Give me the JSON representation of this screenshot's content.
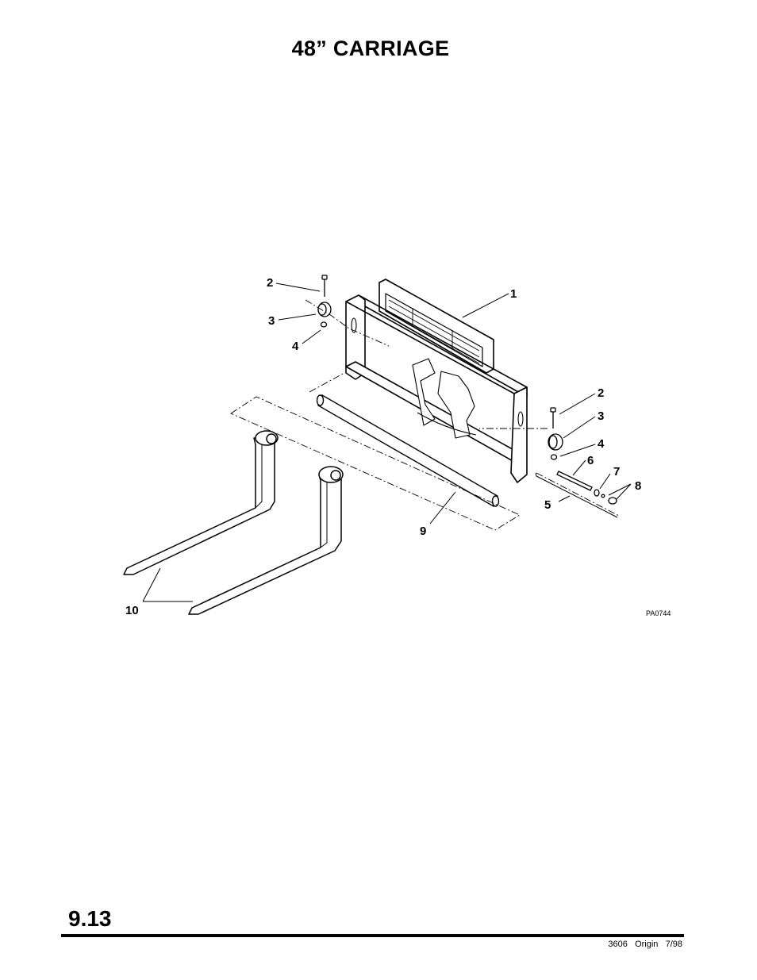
{
  "title": "48” CARRIAGE",
  "figure": {
    "code": "PA0744",
    "callouts": {
      "c1": "1",
      "c2_left": "2",
      "c3_left": "3",
      "c4_left": "4",
      "c2_right": "2",
      "c3_right": "3",
      "c4_right": "4",
      "c5": "5",
      "c6": "6",
      "c7": "7",
      "c8": "8",
      "c9": "9",
      "c10": "10"
    }
  },
  "page_number": "9.13",
  "footer": {
    "model": "3606",
    "edition": "Origin",
    "date": "7/98"
  }
}
